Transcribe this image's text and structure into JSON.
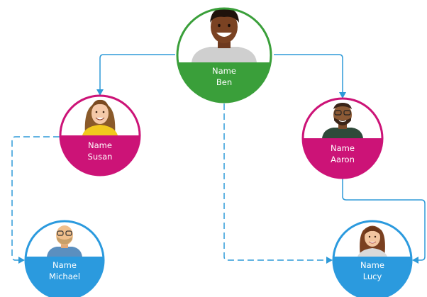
{
  "colors": {
    "green": "#3a9f3a",
    "magenta": "#cc1377",
    "blue": "#2b9ade",
    "connector": "#2e9ad8"
  },
  "nodes": [
    {
      "id": "ben",
      "caption": "Name",
      "person": "Ben",
      "color": "green",
      "avatar": "man-dark-smiling-icon"
    },
    {
      "id": "susan",
      "caption": "Name",
      "person": "Susan",
      "color": "magenta",
      "avatar": "woman-curly-hair-icon"
    },
    {
      "id": "aaron",
      "caption": "Name",
      "person": "Aaron",
      "color": "magenta",
      "avatar": "man-glasses-beard-icon"
    },
    {
      "id": "michael",
      "caption": "Name",
      "person": "Michael",
      "color": "blue",
      "avatar": "man-bald-glasses-icon"
    },
    {
      "id": "lucy",
      "caption": "Name",
      "person": "Lucy",
      "color": "blue",
      "avatar": "woman-brown-hair-icon"
    }
  ],
  "connectors": [
    {
      "from": "ben",
      "to": "susan",
      "style": "solid"
    },
    {
      "from": "ben",
      "to": "aaron",
      "style": "solid"
    },
    {
      "from": "susan",
      "to": "michael",
      "style": "dashed"
    },
    {
      "from": "ben",
      "to": "lucy",
      "style": "dashed"
    },
    {
      "from": "aaron",
      "to": "lucy",
      "style": "solid"
    }
  ]
}
